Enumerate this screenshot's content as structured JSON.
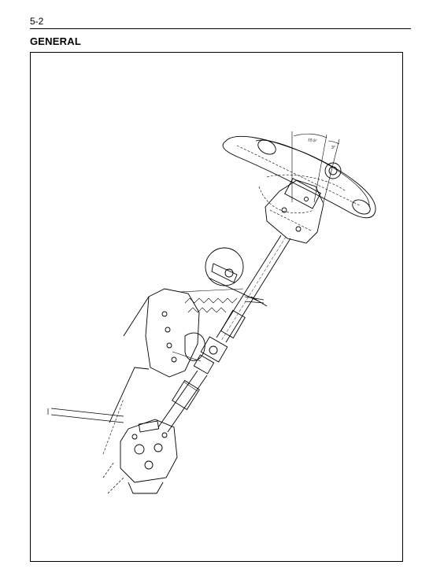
{
  "header": {
    "page_number": "5-2",
    "section_title": "GENERAL"
  },
  "figure": {
    "dimension_tilt": "15.5°",
    "dimension_small": "3°"
  }
}
